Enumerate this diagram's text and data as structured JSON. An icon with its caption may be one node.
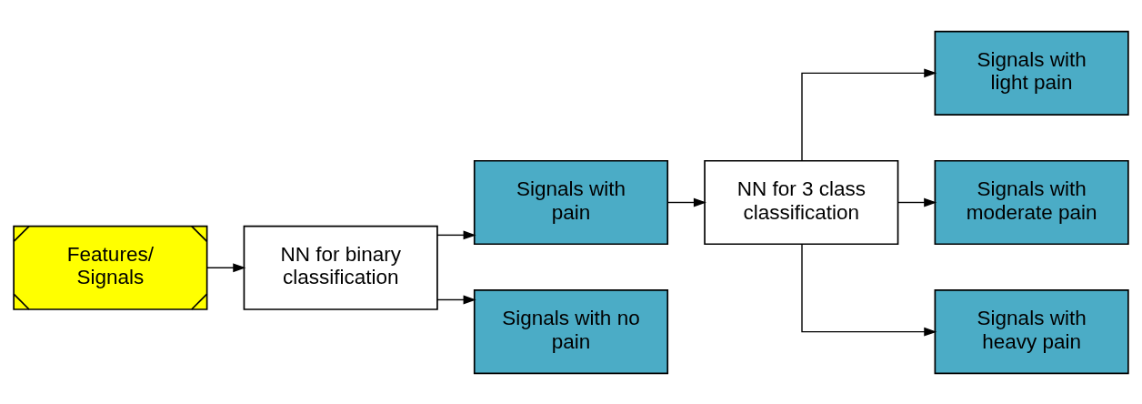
{
  "diagram": {
    "nodes": [
      {
        "text": [
          "Features/ Signals"
        ]
      },
      {
        "text": [
          "NN for binary classification"
        ]
      },
      {
        "text": [
          "Signals with pain"
        ]
      },
      {
        "text": [
          "Signals with no pain"
        ]
      },
      {
        "text": [
          "NN for 3 class classification"
        ]
      },
      {
        "text": [
          "Signals with light pain"
        ]
      },
      {
        "text": [
          "Signals with moderate pain"
        ]
      },
      {
        "text": [
          "Signals with heavy pain"
        ]
      }
    ],
    "edges": [
      {
        "from": 0,
        "to": 1,
        "arrow": "to"
      },
      {
        "from": 1,
        "to": 2,
        "arrow": "to"
      },
      {
        "from": 1,
        "to": 3,
        "arrow": "to"
      },
      {
        "from": 2,
        "to": 4,
        "arrow": "to"
      },
      {
        "from": 4,
        "to": 5,
        "arrow": "to"
      },
      {
        "from": 4,
        "to": 6,
        "arrow": "to"
      },
      {
        "from": 4,
        "to": 7,
        "arrow": "to"
      }
    ]
  }
}
